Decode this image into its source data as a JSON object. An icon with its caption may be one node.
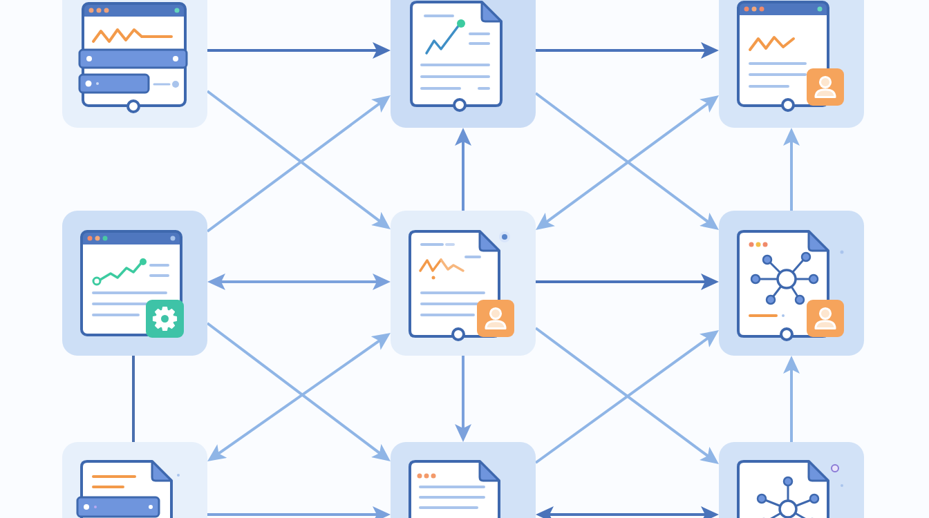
{
  "diagram": {
    "nodes": [
      {
        "text": [],
        "shape": "picture"
      },
      {
        "text": [],
        "shape": "picture"
      },
      {
        "text": [],
        "shape": "picture"
      },
      {
        "text": [],
        "shape": "picture"
      },
      {
        "text": [],
        "shape": "picture"
      },
      {
        "text": [],
        "shape": "picture"
      },
      {
        "text": [],
        "shape": "picture"
      },
      {
        "text": [],
        "shape": "picture"
      },
      {
        "text": [],
        "shape": "picture"
      }
    ],
    "edges": [
      {
        "from": 0,
        "to": 1,
        "arrow": "to",
        "color": "#4a73ba"
      },
      {
        "from": 1,
        "to": 2,
        "arrow": "to",
        "color": "#4a73ba"
      },
      {
        "from": 0,
        "to": 4,
        "arrow": "to"
      },
      {
        "from": 3,
        "to": 1,
        "arrow": "to"
      },
      {
        "from": 4,
        "to": 1,
        "arrow": "to",
        "color": "#6b93d4"
      },
      {
        "from": 1,
        "to": 5,
        "arrow": "to"
      },
      {
        "from": 4,
        "to": 2,
        "arrow": "both"
      },
      {
        "from": 5,
        "to": 2,
        "arrow": "to"
      },
      {
        "from": 3,
        "to": 4,
        "arrow": "both",
        "color": "#7ba1dc"
      },
      {
        "from": 4,
        "to": 5,
        "arrow": "to",
        "color": "#4a73ba"
      },
      {
        "from": 3,
        "to": 7,
        "arrow": "to"
      },
      {
        "from": 6,
        "to": 4,
        "arrow": "both"
      },
      {
        "from": 3,
        "to": 6,
        "arrow": "none",
        "color": "#4a6fae"
      },
      {
        "from": 4,
        "to": 7,
        "arrow": "to",
        "color": "#7ba1dc"
      },
      {
        "from": 4,
        "to": 8,
        "arrow": "to"
      },
      {
        "from": 7,
        "to": 5,
        "arrow": "to"
      },
      {
        "from": 8,
        "to": 5,
        "arrow": "to"
      },
      {
        "from": 6,
        "to": 7,
        "arrow": "to",
        "color": "#7ba1dc"
      },
      {
        "from": 7,
        "to": 8,
        "arrow": "both",
        "color": "#4a73ba"
      }
    ]
  }
}
